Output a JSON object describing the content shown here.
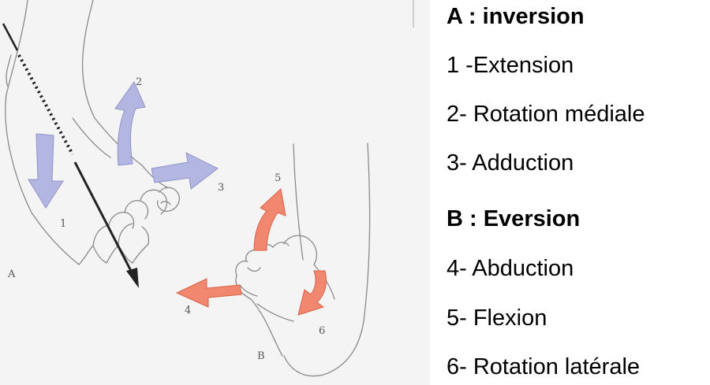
{
  "figure": {
    "labels": {
      "a": "A",
      "b": "B",
      "n1": "1",
      "n2": "2",
      "n3": "3",
      "n4": "4",
      "n5": "5",
      "n6": "6"
    },
    "colors": {
      "inversion_arrows": "#b4b6e2",
      "eversion_arrows": "#f1876e",
      "outline": "#8a8a8a",
      "axis_arrow": "#222222"
    }
  },
  "legend": {
    "heading_a": "A : inversion",
    "item_1": "1 -Extension",
    "item_2": "2- Rotation médiale",
    "item_3": "3- Adduction",
    "heading_b": "B : Eversion",
    "item_4": "4- Abduction",
    "item_5": "5- Flexion",
    "item_6": "6- Rotation latérale"
  }
}
